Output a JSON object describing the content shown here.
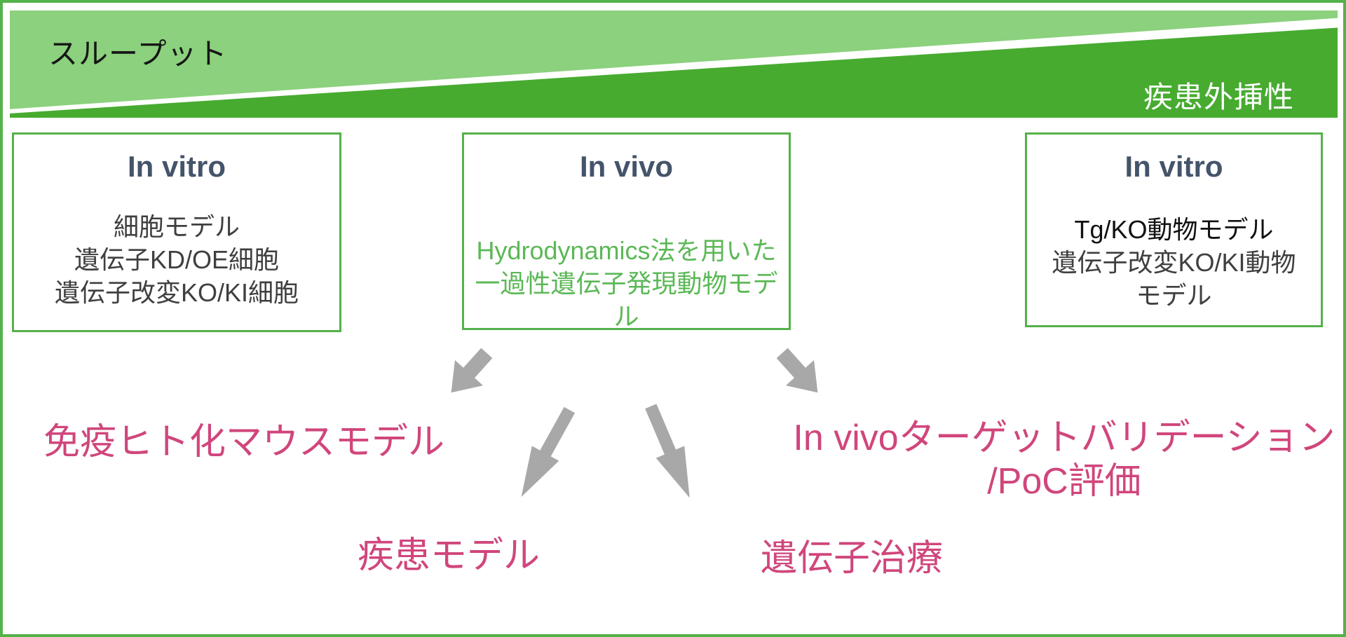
{
  "banner": {
    "left_label": "スループット",
    "right_label": "疾患外挿性"
  },
  "boxes": [
    {
      "title": "In vitro",
      "lines": [
        "細胞モデル",
        "遺伝子KD/OE細胞",
        "遺伝子改変KO/KI細胞"
      ]
    },
    {
      "title": "In vivo",
      "lines": [
        "Hydrodynamics法を用いた",
        "一過性遺伝子発現動物モデル"
      ]
    },
    {
      "title": "In vitro",
      "lines": [
        "Tg/KO動物モデル",
        "遺伝子改変KO/KI動物",
        "モデル"
      ]
    }
  ],
  "outcome_labels": {
    "left": "免疫ヒト化マウスモデル",
    "right_line1": "In vivoターゲットバリデーション",
    "right_line2": "/PoC評価",
    "bottom_left": "疾患モデル",
    "bottom_right": "遺伝子治療"
  },
  "colors": {
    "banner_light_green": "#8CD17D",
    "banner_dark_green": "#47AB30",
    "border_green": "#55B14A",
    "title_navy": "#44546A",
    "body_gray": "#3F3F3F",
    "green_text": "#5CB857",
    "pink": "#D0467C",
    "arrow_gray": "#A8A8A8"
  }
}
